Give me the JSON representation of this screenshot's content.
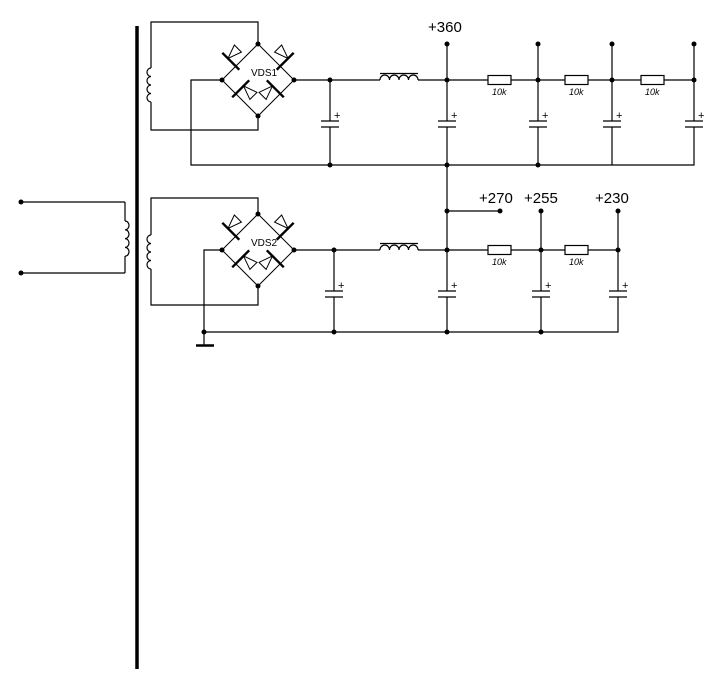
{
  "diagram": {
    "type": "power-supply-schematic",
    "description": "Transformer with two secondary windings, two diode bridges (VDS1, VDS2), LC filters and RC ladder outputs",
    "bridges": [
      {
        "id": "VDS1",
        "label": "VDS1"
      },
      {
        "id": "VDS2",
        "label": "VDS2"
      }
    ],
    "resistor_label": "10k",
    "capacitor_polarity_mark": "+",
    "upper_rail": {
      "voltage_label": "+360",
      "resistor_labels": [
        "10k",
        "10k",
        "10k"
      ]
    },
    "lower_rail": {
      "voltage_labels": [
        "+270",
        "+255",
        "+230"
      ],
      "resistor_labels": [
        "10k",
        "10k"
      ]
    },
    "icons": {
      "ground": "ground-icon",
      "transformer_core": "transformer-core-icon",
      "inductor": "inductor-icon",
      "diode": "diode-icon",
      "capacitor": "polarized-capacitor-icon",
      "resistor": "resistor-icon"
    },
    "colors": {
      "line": "#000000",
      "background": "#ffffff"
    }
  }
}
